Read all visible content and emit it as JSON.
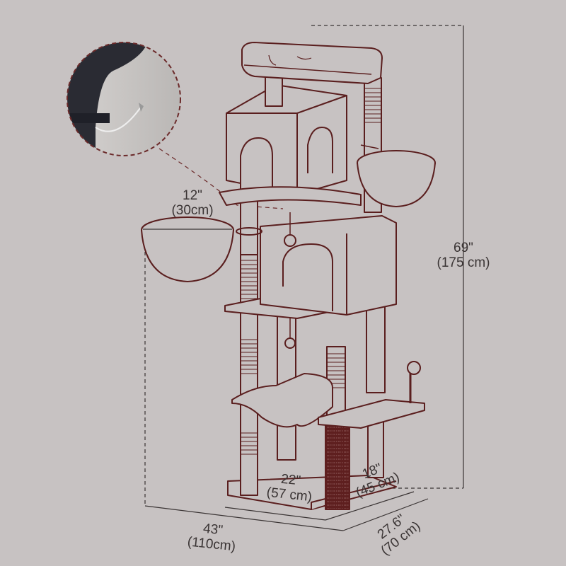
{
  "product": "Cat tree with perches, condos, scratching posts and hanging baskets",
  "colors": {
    "background": "#c7c2c2",
    "outline": "#5a1e1e",
    "dimension_line": "#3a3434",
    "sisal_post": "#5e1f1f",
    "text": "#3a3434"
  },
  "dimensions": {
    "basket_diameter": {
      "imperial": "12\"",
      "metric": "(30cm)"
    },
    "total_height": {
      "imperial": "69\"",
      "metric": "(175 cm)"
    },
    "base_width": {
      "imperial": "22\"",
      "metric": "(57 cm)"
    },
    "base_depth": {
      "imperial": "18\"",
      "metric": "(45 cm)"
    },
    "overall_width": {
      "imperial": "43\"",
      "metric": "(110cm)"
    },
    "overall_depth": {
      "imperial": "27.6\"",
      "metric": "(70 cm)"
    }
  },
  "inset": {
    "description": "Close-up of plush basket hooked over metal frame",
    "border": "dashed circle"
  }
}
